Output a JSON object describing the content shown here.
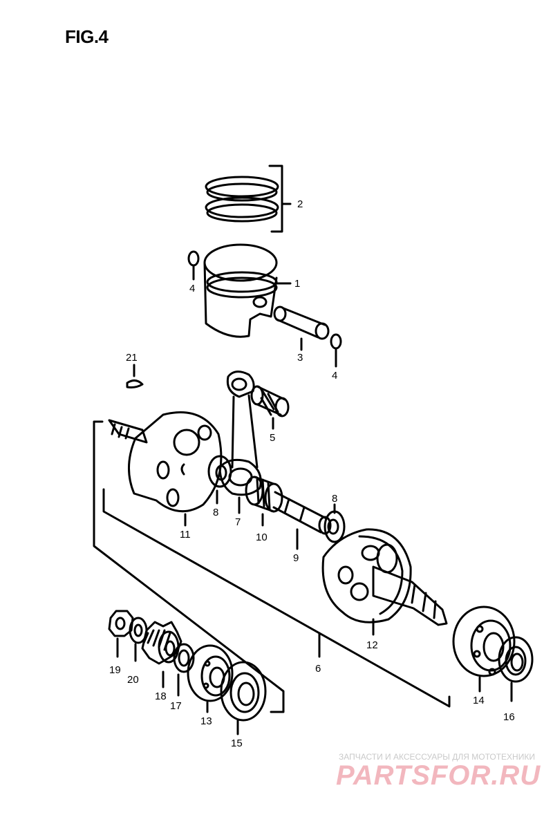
{
  "figure": {
    "title": "FIG.4"
  },
  "callouts": {
    "c1": "1",
    "c2": "2",
    "c3": "3",
    "c4a": "4",
    "c4b": "4",
    "c5": "5",
    "c6": "6",
    "c7": "7",
    "c8a": "8",
    "c8b": "8",
    "c9": "9",
    "c10": "10",
    "c11": "11",
    "c12": "12",
    "c13": "13",
    "c14": "14",
    "c15": "15",
    "c16": "16",
    "c17": "17",
    "c18": "18",
    "c19": "19",
    "c20": "20",
    "c21": "21"
  },
  "watermark": {
    "tagline": "ЗАПЧАСТИ И АКСЕССУАРЫ ДЛЯ МОТОТЕХНИКИ",
    "logo": "PARTSFOR.RU"
  }
}
